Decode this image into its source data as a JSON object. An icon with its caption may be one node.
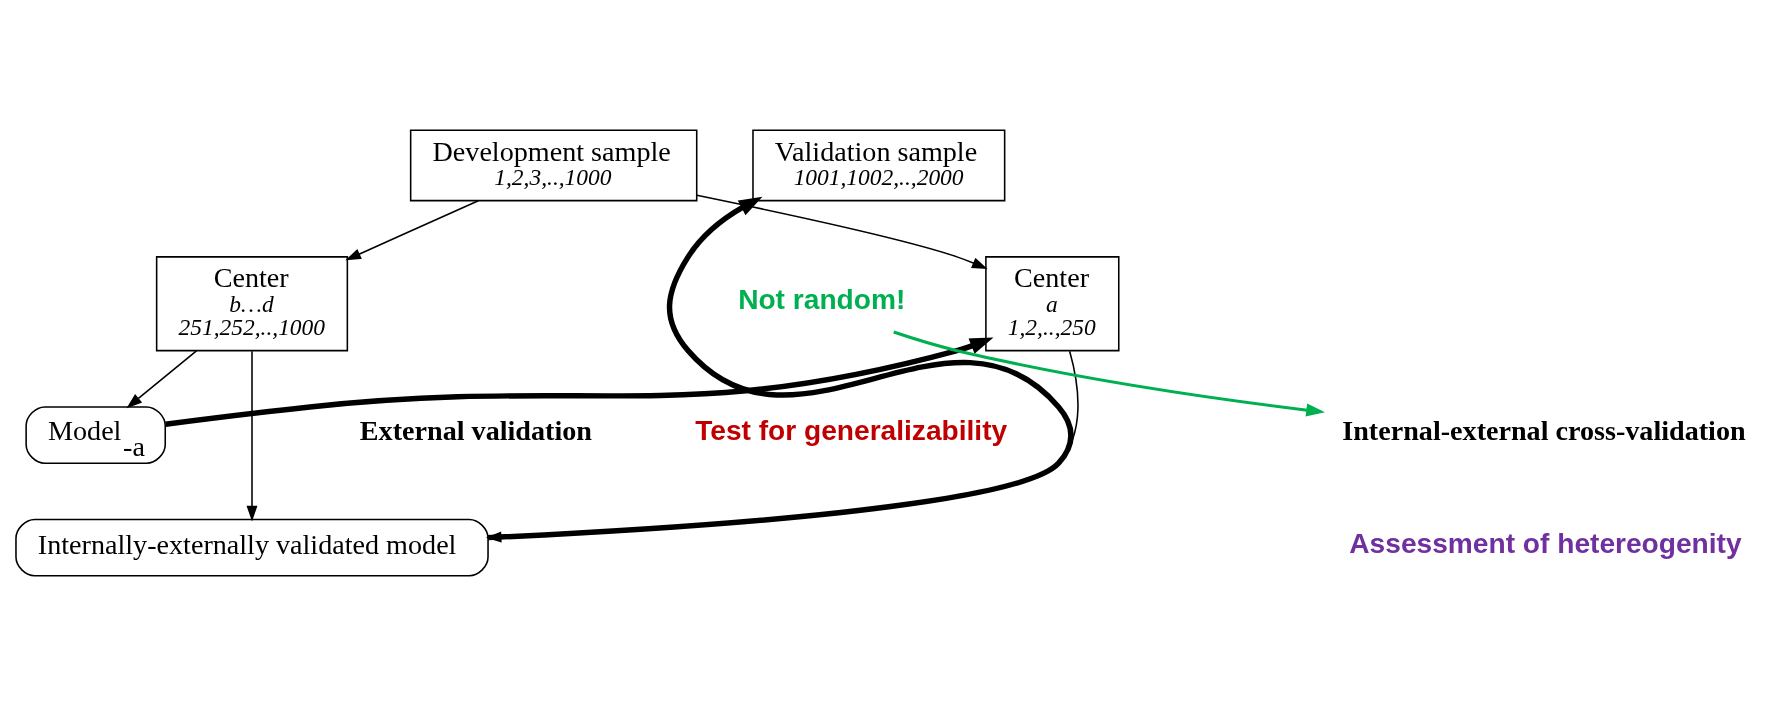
{
  "diagram": {
    "nodes": [
      {
        "text": [
          "Development sample",
          "1,2,3,..,1000"
        ]
      },
      {
        "text": [
          "Validation sample",
          "1001,1002,..,2000"
        ]
      },
      {
        "text": [
          "Center",
          "a",
          "1,2,..,250"
        ]
      },
      {
        "text": [
          "Center",
          "b…d",
          "251,252,..,1000"
        ]
      },
      {
        "text": [
          "Model$_{-a}$"
        ]
      },
      {
        "text": [
          "Internally-externally validated model"
        ]
      },
      {
        "text": [
          "Not random!"
        ]
      },
      {
        "text": [
          "Internal-external cross-validation"
        ]
      }
    ],
    "edges": [
      {
        "from": 0,
        "to": 2,
        "arrow": "to"
      },
      {
        "from": 0,
        "to": 3,
        "arrow": "to"
      },
      {
        "from": 3,
        "to": 4,
        "arrow": "to"
      },
      {
        "from": 4,
        "to": 2,
        "arrow": "to",
        "style": "thick"
      },
      {
        "from": 2,
        "to": 5,
        "arrow": "to"
      },
      {
        "from": 3,
        "to": 5,
        "arrow": "to"
      },
      {
        "from": 5,
        "to": 1,
        "arrow": "to",
        "style": "thick"
      },
      {
        "from": 6,
        "to": 7,
        "arrow": "to",
        "color": "#00b050"
      }
    ],
    "labels": [
      "External validation",
      "Test for generalizability",
      "Assessment of hetereogenity"
    ]
  }
}
